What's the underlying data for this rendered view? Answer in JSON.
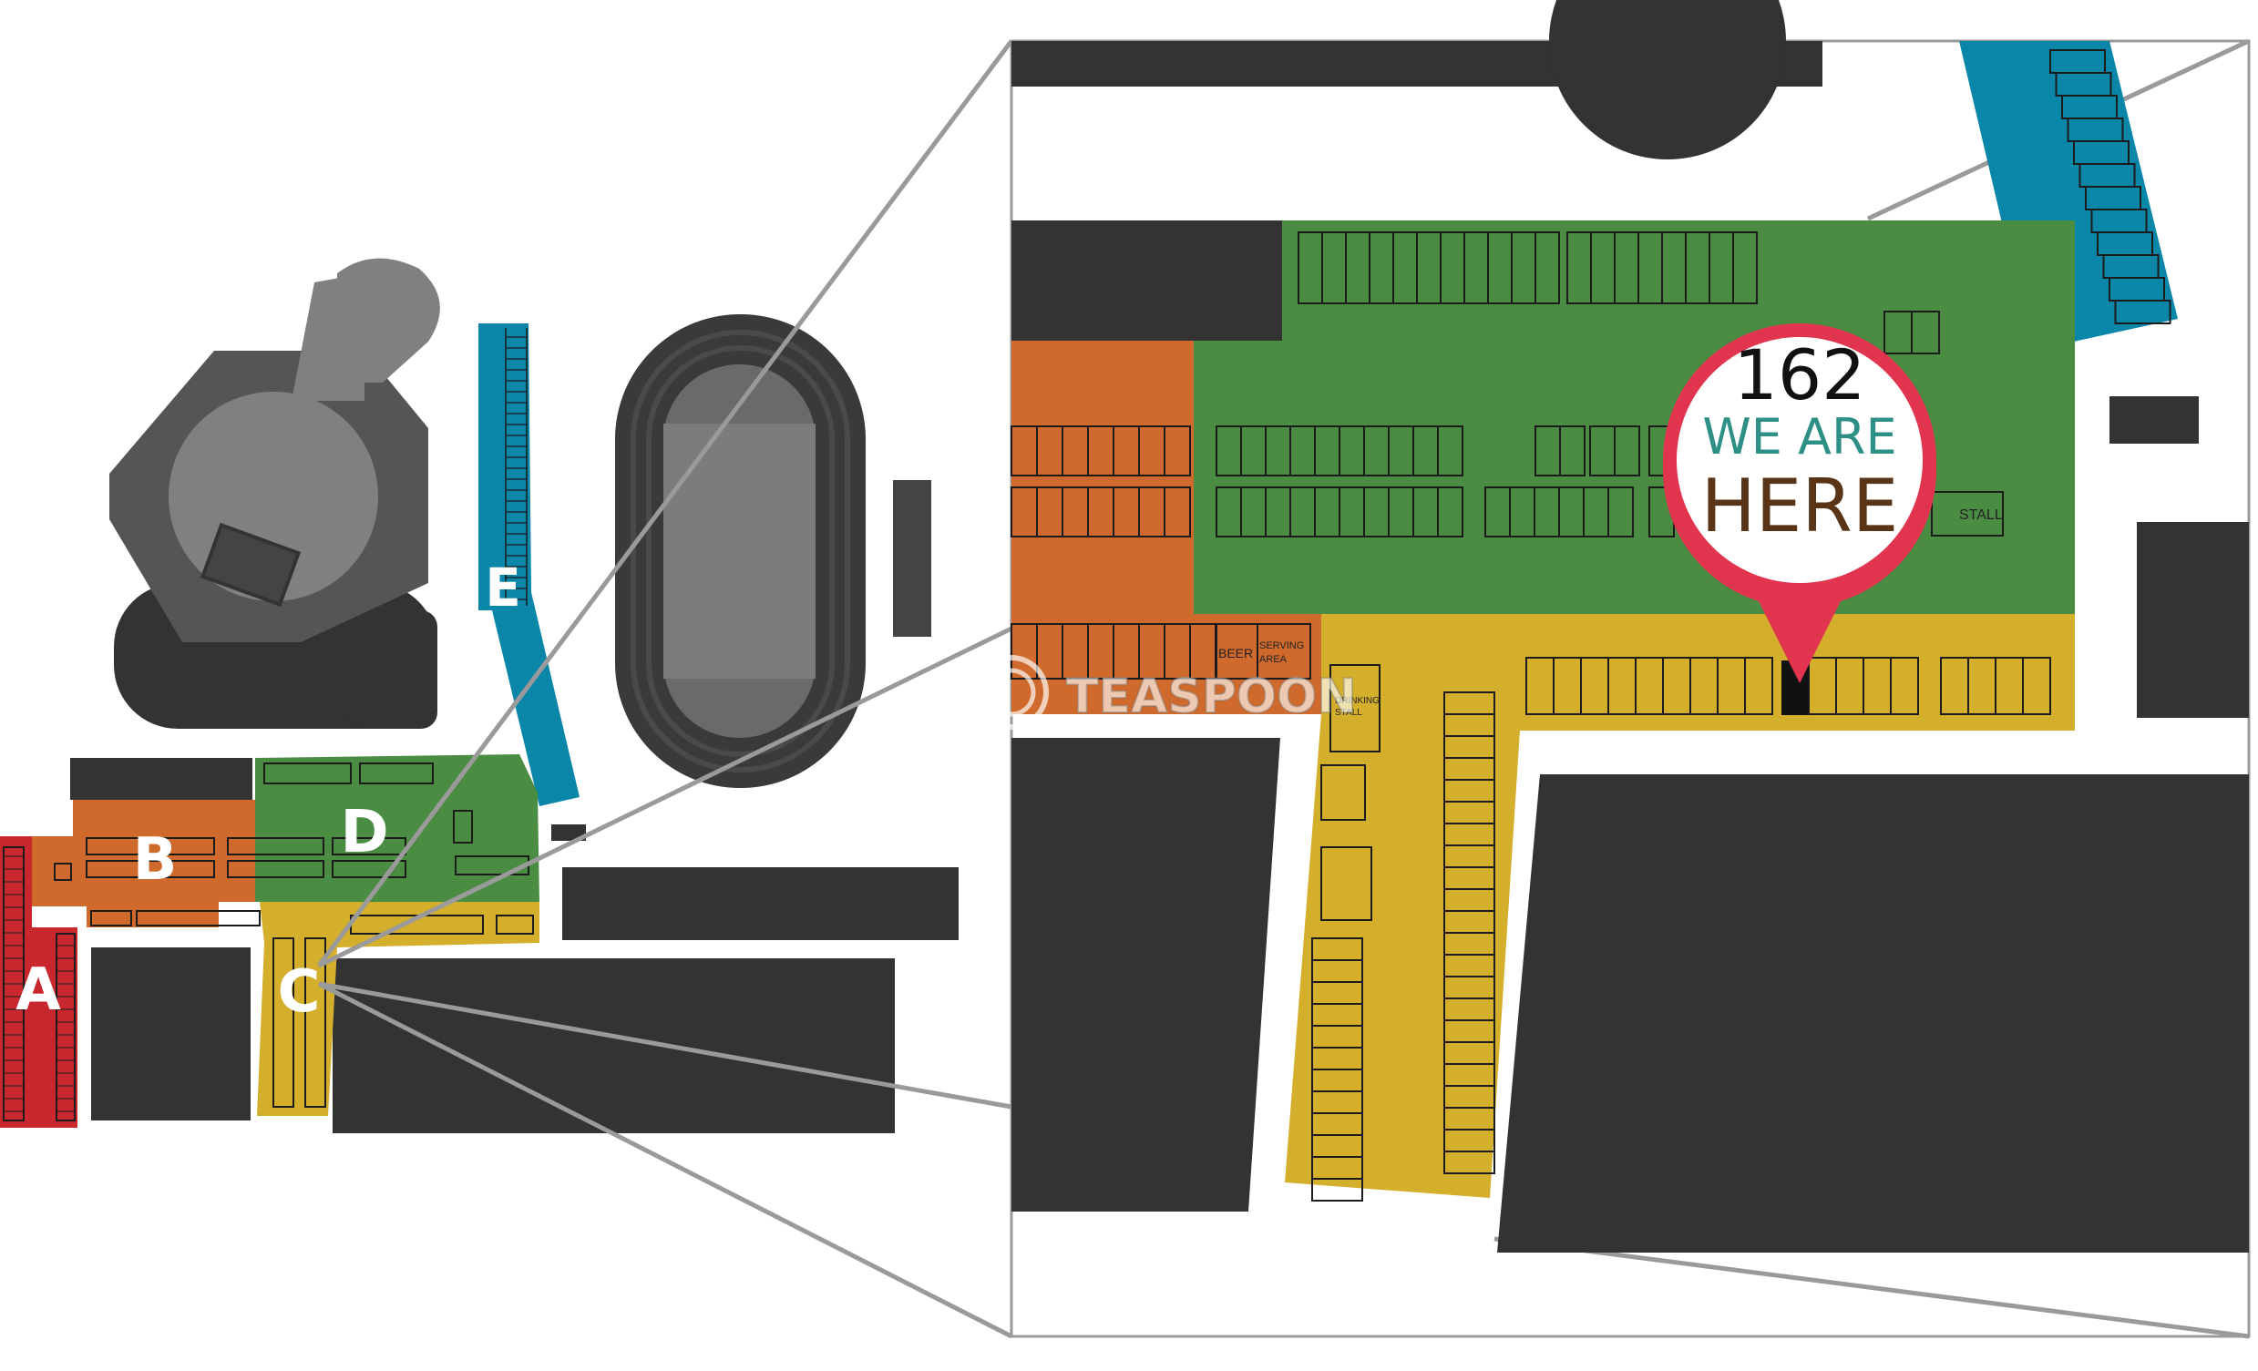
{
  "map": {
    "zones": [
      {
        "id": "A",
        "label": "A",
        "color": "#c8282d"
      },
      {
        "id": "B",
        "label": "B",
        "color": "#cf6a2c"
      },
      {
        "id": "C",
        "label": "C",
        "color": "#d4af2c"
      },
      {
        "id": "D",
        "label": "D",
        "color": "#4b8c43"
      },
      {
        "id": "E",
        "label": "E",
        "color": "#0a86a8"
      }
    ],
    "detail_labels": {
      "beer": "BEER",
      "serving_area": [
        "SERVING",
        "AREA"
      ],
      "drinking_stall": [
        "DRINKING",
        "STALL"
      ],
      "stall": "STALL"
    },
    "pin": {
      "number": "162",
      "line1": "WE ARE",
      "line2": "HERE",
      "ring_color": "#e0344f",
      "text_color_mid": "#2e8f87",
      "text_color_here": "#5a3417"
    },
    "watermark": "TEASPOON",
    "colors": {
      "building": "#333333",
      "connector": "#9a9a9a"
    }
  }
}
